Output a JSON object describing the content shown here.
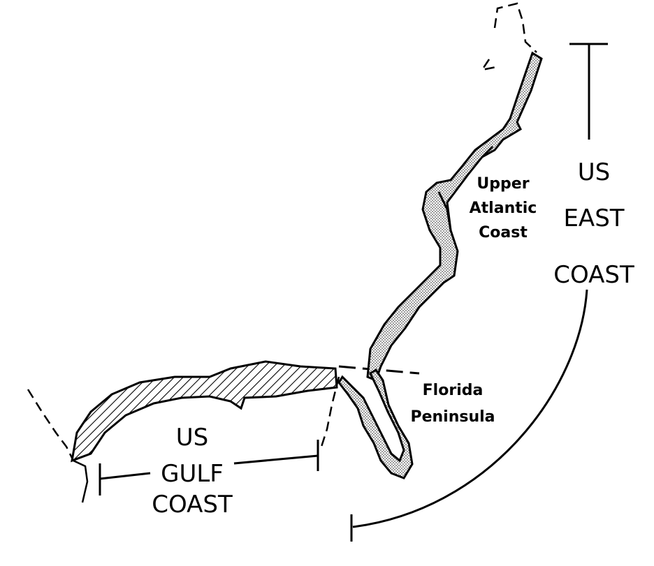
{
  "map": {
    "regions": {
      "upper_atlantic": {
        "line1": "Upper",
        "line2": "Atlantic",
        "line3": "Coast"
      },
      "florida": {
        "line1": "Florida",
        "line2": "Peninsula"
      }
    },
    "sections": {
      "east_coast": {
        "line1": "US",
        "line2": "EAST",
        "line3": "COAST"
      },
      "gulf_coast": {
        "line1": "US",
        "line2": "GULF",
        "line3": "COAST"
      }
    },
    "colors": {
      "ink": "#000000",
      "background": "#ffffff",
      "stipple": "#9a9a9a"
    }
  }
}
